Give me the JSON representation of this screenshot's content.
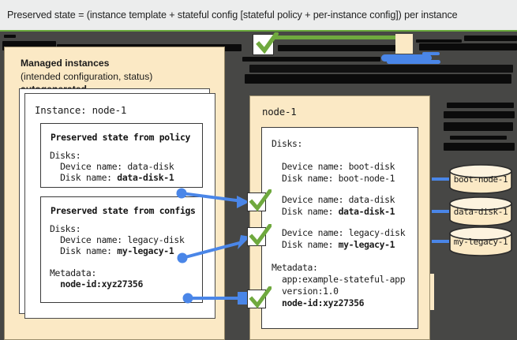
{
  "caption": {
    "text": "Preserved state = (instance template + stateful config [stateful policy + per-instance config]) per instance"
  },
  "colors": {
    "canvas_bg": "#474745",
    "panel_cream": "#fbe9c5",
    "accent_blue": "#4a86e8",
    "accent_green": "#6fa93e",
    "redaction_black": "#0b0b0b",
    "box_white": "#ffffff",
    "text_dark": "#1b1b1b"
  },
  "left_panel": {
    "title_line1": "Managed instances",
    "title_line2": "(intended configuration, status)",
    "title_line3": "autogenerated",
    "instance": {
      "heading": "Instance: node-1",
      "policy_box": {
        "title": "Preserved state from policy",
        "lines": [
          "Disks:",
          "  Device name: data-disk",
          "  Disk name: ",
          "data-disk-1"
        ],
        "body_plain": "Disks:\n  Device name: data-disk\n  Disk name: ",
        "body_bold": "data-disk-1"
      },
      "configs_box": {
        "title": "Preserved state from configs",
        "disks_label": "Disks:",
        "device_line": "  Device name: legacy-disk",
        "disk_name_label": "  Disk name: ",
        "disk_name_value": "my-legacy-1",
        "metadata_label": "Metadata:",
        "metadata_value": "  node-id:xyz27356"
      }
    }
  },
  "right_panel": {
    "title": "node-1",
    "disks_label": "Disks:",
    "entries": [
      {
        "device": "  Device name: boot-disk",
        "disk_label": "  Disk name: ",
        "disk_value": "boot-node-1",
        "bold": false
      },
      {
        "device": "  Device name: data-disk",
        "disk_label": "  Disk name: ",
        "disk_value": "data-disk-1",
        "bold": true
      },
      {
        "device": "  Device name: legacy-disk",
        "disk_label": "  Disk name: ",
        "disk_value": "my-legacy-1",
        "bold": true
      }
    ],
    "metadata_label": "Metadata:",
    "metadata_lines": [
      {
        "text": "  app:example-stateful-app",
        "bold": false
      },
      {
        "text": "  version:1.0",
        "bold": false
      },
      {
        "text": "  node-id:xyz27356",
        "bold": true
      }
    ]
  },
  "disks": [
    {
      "label": "boot-node-1"
    },
    {
      "label": "data-disk-1"
    },
    {
      "label": "my-legacy-1"
    }
  ],
  "icons": {
    "check": "check-icon",
    "arrow": "arrow-icon",
    "disk": "disk-cylinder-icon"
  }
}
